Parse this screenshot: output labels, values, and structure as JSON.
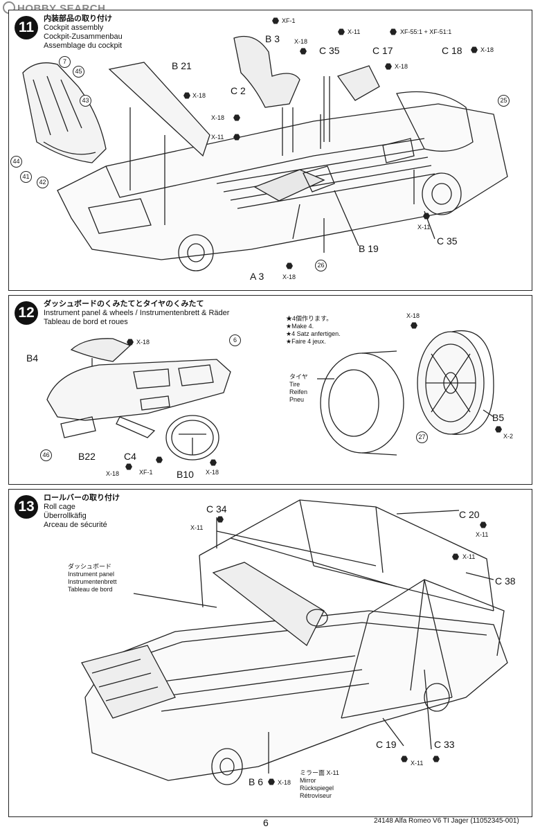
{
  "watermark": "HOBBY SEARCH",
  "steps": {
    "s11": {
      "number": "11",
      "jp": "内装部品の取り付け",
      "en": "Cockpit assembly",
      "de": "Cockpit-Zusammenbau",
      "fr": "Assemblage du cockpit"
    },
    "s12": {
      "number": "12",
      "jp": "ダッシュボードのくみたてとタイヤのくみたて",
      "en": "Instrument panel & wheels / Instrumentenbrett & Räder",
      "fr": "Tableau de bord et roues"
    },
    "s13": {
      "number": "13",
      "jp": "ロールバーの取り付け",
      "en": "Roll cage",
      "de": "Überrollkäfig",
      "fr": "Arceau de sécurité"
    }
  },
  "labels11": {
    "B21": "B 21",
    "B3": "B 3",
    "C2": "C 2",
    "C35a": "C 35",
    "C17": "C 17",
    "C18": "C 18",
    "B19": "B 19",
    "A3": "A 3",
    "C35b": "C 35",
    "XF1": "XF-1",
    "X18a": "X-18",
    "X11a": "X-11",
    "XF55": "XF-55:1 + XF-51:1",
    "X18b": "X-18",
    "X18c": "X-18",
    "X18d": "X-18",
    "X18e": "X-18",
    "X11b": "X-11",
    "X11c": "X-11",
    "X18f": "X-18",
    "r7": "7",
    "r45": "45",
    "r43": "43",
    "r44": "44",
    "r41": "41",
    "r42": "42",
    "r25": "25",
    "r26": "26"
  },
  "labels12": {
    "B4": "B4",
    "X18a": "X-18",
    "r6": "6",
    "r46": "46",
    "B22": "B22",
    "C4": "C4",
    "X18b": "X-18",
    "XF1": "XF-1",
    "B10": "B10",
    "X18c": "X-18",
    "make_jp": "★4個作ります。",
    "make_en": "★Make 4.",
    "make_de": "★4 Satz anfertigen.",
    "make_fr": "★Faire 4 jeux.",
    "tire_jp": "タイヤ",
    "tire_en": "Tire",
    "tire_de": "Reifen",
    "tire_fr": "Pneu",
    "X18d": "X-18",
    "B5": "B5",
    "X2": "X-2",
    "r27": "27"
  },
  "labels13": {
    "C34": "C 34",
    "X11a": "X-11",
    "C20": "C 20",
    "X11b": "X-11",
    "X11c": "X-11",
    "C38": "C 38",
    "dash_jp": "ダッシュボード",
    "dash_en": "Instrument panel",
    "dash_de": "Instrumentenbrett",
    "dash_fr": "Tableau de bord",
    "C19": "C 19",
    "C33": "C 33",
    "X11d": "X-11",
    "B6": "B 6",
    "X18": "X-18",
    "mirror_jp": "ミラー面",
    "mirror_x": "X-11",
    "mirror_en": "Mirror",
    "mirror_de": "Rückspiegel",
    "mirror_fr": "Rétroviseur"
  },
  "footer": {
    "page": "6",
    "code": "24148  Alfa Romeo V6 TI Jager (11052345-001)"
  }
}
